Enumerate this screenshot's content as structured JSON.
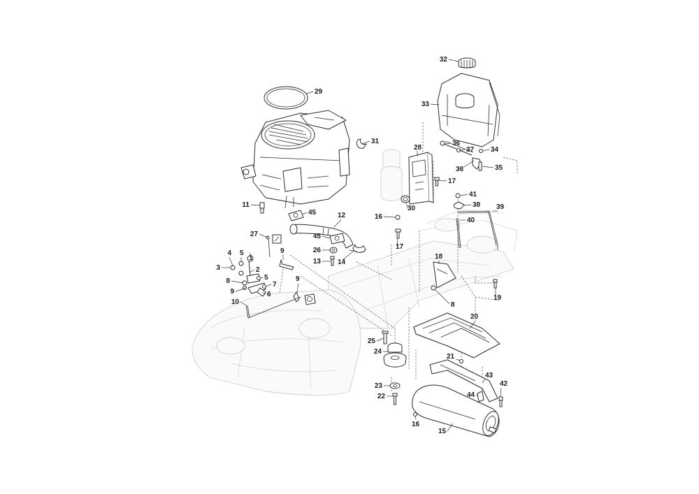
{
  "callouts": [
    {
      "n": "32"
    },
    {
      "n": "33"
    },
    {
      "n": "29"
    },
    {
      "n": "31"
    },
    {
      "n": "28"
    },
    {
      "n": "36"
    },
    {
      "n": "37"
    },
    {
      "n": "34"
    },
    {
      "n": "36"
    },
    {
      "n": "35"
    },
    {
      "n": "17"
    },
    {
      "n": "41"
    },
    {
      "n": "38"
    },
    {
      "n": "39"
    },
    {
      "n": "30"
    },
    {
      "n": "16"
    },
    {
      "n": "40"
    },
    {
      "n": "11"
    },
    {
      "n": "45"
    },
    {
      "n": "12"
    },
    {
      "n": "27"
    },
    {
      "n": "45"
    },
    {
      "n": "17"
    },
    {
      "n": "26"
    },
    {
      "n": "14"
    },
    {
      "n": "13"
    },
    {
      "n": "9"
    },
    {
      "n": "4"
    },
    {
      "n": "5"
    },
    {
      "n": "1"
    },
    {
      "n": "3"
    },
    {
      "n": "2"
    },
    {
      "n": "5"
    },
    {
      "n": "8"
    },
    {
      "n": "7"
    },
    {
      "n": "9"
    },
    {
      "n": "6"
    },
    {
      "n": "9"
    },
    {
      "n": "10"
    },
    {
      "n": "18"
    },
    {
      "n": "8"
    },
    {
      "n": "19"
    },
    {
      "n": "20"
    },
    {
      "n": "25"
    },
    {
      "n": "24"
    },
    {
      "n": "21"
    },
    {
      "n": "43"
    },
    {
      "n": "42"
    },
    {
      "n": "23"
    },
    {
      "n": "44"
    },
    {
      "n": "22"
    },
    {
      "n": "16"
    },
    {
      "n": "15"
    }
  ]
}
